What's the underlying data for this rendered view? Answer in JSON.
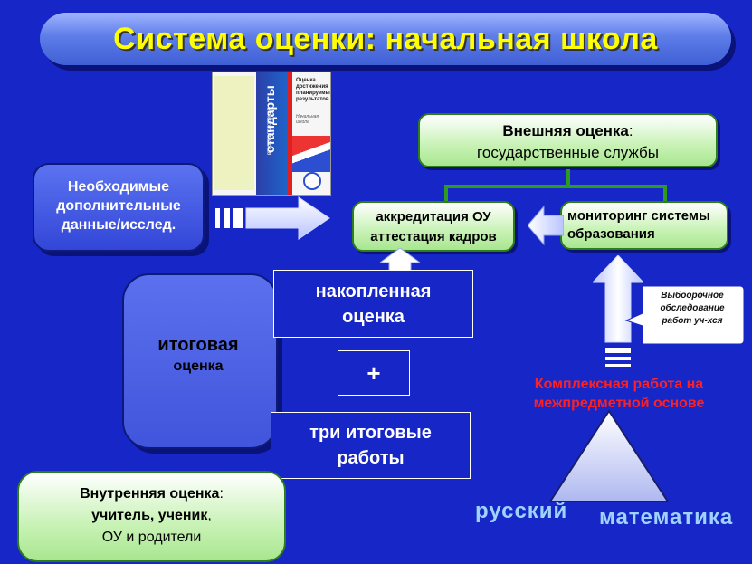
{
  "title": "Система оценки: начальная школа",
  "book": {
    "spine_title": "стандарты",
    "spine_sub": "второго поколения",
    "cover_title": "Оценка достижения планируемых результатов",
    "cover_sub": "Начальная школа"
  },
  "external": {
    "bold": "Внешняя оценка",
    "rest": ":",
    "line2": "государственные службы"
  },
  "accreditation": {
    "line1": "аккредитация ОУ",
    "line2": "аттестация кадров"
  },
  "monitoring": {
    "line1": "мониторинг системы",
    "line2": "образования"
  },
  "additional": {
    "line1": "Необходимые",
    "line2": "дополнительные",
    "line3": "данные/исслед."
  },
  "final_assessment": {
    "line1": "итоговая",
    "line2": "оценка"
  },
  "accumulated": {
    "line1": "накопленная",
    "line2": "оценка"
  },
  "plus": "+",
  "three_works": {
    "line1": "три итоговые",
    "line2": "работы"
  },
  "sample_survey": {
    "line1": "Выбоорочное",
    "line2": "обследование",
    "line3": "работ уч-хся"
  },
  "complex_work": {
    "line1": "Комплексная работа на",
    "line2": "межпредметной основе"
  },
  "russian": "русский",
  "math": "математика",
  "internal": {
    "bold1": "Внутренняя оценка",
    "rest1": ":",
    "line2a": "учитель, ученик",
    "line2b": ",",
    "line3": "ОУ и родители"
  },
  "colors": {
    "background": "#1726c6",
    "title_text": "#ffff00",
    "complex_text": "#ff2020",
    "accent_green": "#2e9a1e"
  }
}
